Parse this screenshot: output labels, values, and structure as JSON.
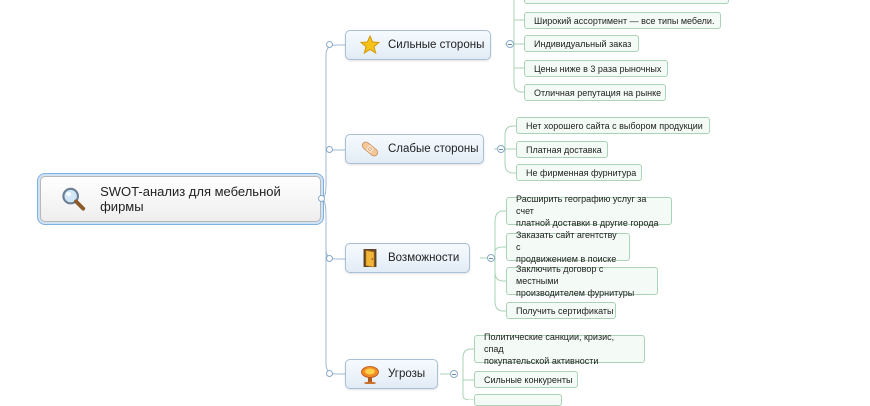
{
  "root": {
    "label": "SWOT-анализ для мебельной фирмы",
    "icon": "magnifier-icon"
  },
  "branches": {
    "strengths": {
      "label": "Сильные стороны",
      "icon": "star-icon",
      "items": [
        "Широкий ассортимент — все  типы мебели.",
        "Индивидуальный заказ",
        "Цены ниже в 3 раза рыночных",
        "Отличная репутация на рынке"
      ]
    },
    "weaknesses": {
      "label": "Слабые стороны",
      "icon": "bandage-icon",
      "items": [
        "Нет хорошего сайта с выбором продукции",
        "Платная доставка",
        "Не фирменная фурнитура"
      ]
    },
    "opportunities": {
      "label": "Возможности",
      "icon": "door-icon",
      "items": [
        "Расширить географию услуг за счет\nплатной доставки в другие города",
        "Заказать сайт агентству с\nпродвижением в поиске",
        "Заключить договор с местными\nпроизводителем фурнитуры",
        "Получить сертификаты"
      ]
    },
    "threats": {
      "label": "Угрозы",
      "icon": "explosion-icon",
      "items": [
        "Политические санкции, кризис, спад\nпокупательской активности",
        "Сильные конкуренты"
      ]
    }
  },
  "colors": {
    "connector": "#9fb9d4",
    "leaf_connector": "#a8d3b5",
    "branch_border": "#a9bfd6",
    "leaf_border": "#a9d2b6",
    "leaf_fill": "#f4fbf6"
  }
}
